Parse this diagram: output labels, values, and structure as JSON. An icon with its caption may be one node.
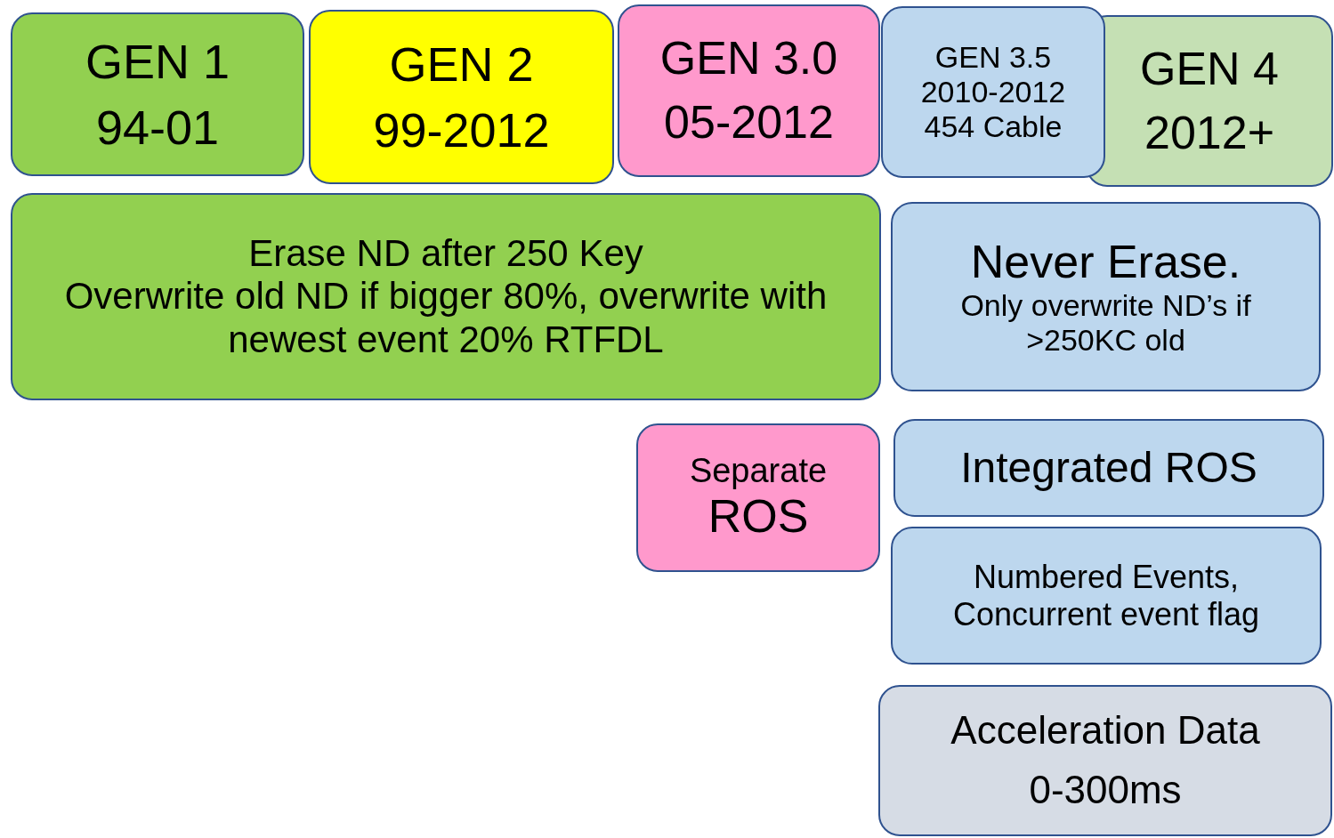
{
  "diagram": {
    "nodes": [
      {
        "text": [
          "GEN 1",
          "94-01"
        ]
      },
      {
        "text": [
          "GEN 2",
          "99-2012"
        ]
      },
      {
        "text": [
          "GEN 3.0",
          "05-2012"
        ]
      },
      {
        "text": [
          "GEN 3.5",
          "2010-2012",
          "454 Cable"
        ]
      },
      {
        "text": [
          "GEN 4",
          "2012+"
        ]
      },
      {
        "text": [
          "Erase ND after 250 Key",
          "Overwrite old ND if bigger 80%, overwrite with newest event 20% RTFDL"
        ]
      },
      {
        "text": [
          "Never Erase.",
          "Only overwrite ND’s if >250KC old"
        ]
      },
      {
        "text": [
          "Separate",
          "ROS"
        ]
      },
      {
        "text": [
          "Integrated ROS"
        ]
      },
      {
        "text": [
          "Numbered Events, Concurrent event flag"
        ]
      },
      {
        "text": [
          "Acceleration Data",
          "0-300ms"
        ]
      }
    ]
  }
}
